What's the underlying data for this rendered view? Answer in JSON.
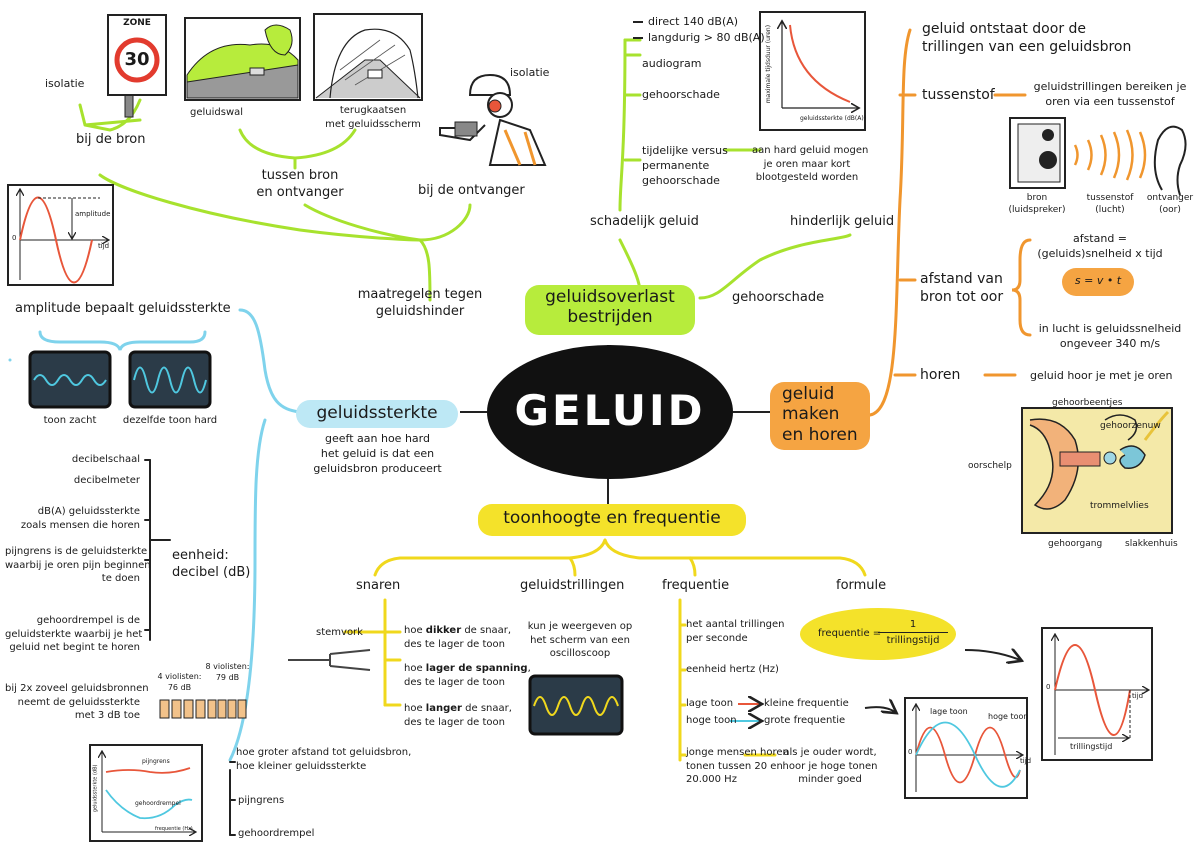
{
  "center": {
    "title": "GELUID"
  },
  "branches": {
    "bestrijden": {
      "title_line1": "geluidsoverlast",
      "title_line2": "bestrijden",
      "maatregelen_line1": "maatregelen tegen",
      "maatregelen_line2": "geluidshinder",
      "bij_de_bron": "bij de bron",
      "tussen_line1": "tussen bron",
      "tussen_line2": "en ontvanger",
      "bij_de_ontvanger": "bij de ontvanger",
      "isolatie_left": "isolatie",
      "isolatie_right": "isolatie",
      "sign_zone": "ZONE",
      "sign_speed": "30",
      "geluidswal": "geluidswal",
      "terugkaatsen_line1": "terugkaatsen",
      "terugkaatsen_line2": "met geluidsscherm",
      "gehoorschade": "gehoorschade",
      "schadelijk": "schadelijk geluid",
      "hinderlijk": "hinderlijk geluid",
      "direct": "direct 140 dB(A)",
      "langdurig": "langdurig > 80 dB(A)",
      "audiogram": "audiogram",
      "gehoorschade_small": "gehoorschade",
      "tijdelijk_line1": "tijdelijke versus",
      "tijdelijk_line2": "permanente",
      "tijdelijk_line3": "gehoorschade",
      "aanhard_line1": "aan hard geluid mogen",
      "aanhard_line2": "je oren maar kort",
      "aanhard_line3": "blootgesteld worden",
      "graph_y": "maximale tijdsduur (uren)",
      "graph_x": "geluidssterkte (dB(A))"
    },
    "maken": {
      "title_line1": "geluid",
      "title_line2": "maken",
      "title_line3": "en horen",
      "ontstaat_line1": "geluid ontstaat door de",
      "ontstaat_line2": "trillingen van een geluidsbron",
      "tussenstof": "tussenstof",
      "tussenstof_desc1": "geluidstrillingen bereiken je",
      "tussenstof_desc2": "oren via een tussenstof",
      "bron_line1": "bron",
      "bron_line2": "(luidspreker)",
      "stof_line1": "tussenstof",
      "stof_line2": "(lucht)",
      "ontvanger_line1": "ontvanger",
      "ontvanger_line2": "(oor)",
      "afstand_line1": "afstand van",
      "afstand_line2": "bron tot oor",
      "afstand_formula1": "afstand =",
      "afstand_formula2": "(geluids)snelheid x tijd",
      "svt": "s = v • t",
      "lucht_line1": "in lucht is geluidssnelheid",
      "lucht_line2": "ongeveer 340 m/s",
      "horen": "horen",
      "horen_desc": "geluid hoor je met je oren",
      "gehoorbeentjes": "gehoorbeentjes",
      "gehoorzenuw": "gehoorzenuw",
      "oorschelp": "oorschelp",
      "trommelvlies": "trommelvlies",
      "gehoorgang": "gehoorgang",
      "slakkenhuis": "slakkenhuis"
    },
    "sterkte": {
      "title": "geluidssterkte",
      "desc_line1": "geeft aan hoe hard",
      "desc_line2": "het geluid is dat een",
      "desc_line3": "geluidsbron produceert",
      "amplitude_label": "amplitude bepaalt geluidssterkte",
      "amplitude_graph": "amplitude",
      "zero": "0",
      "tijd": "tijd",
      "toon_zacht": "toon zacht",
      "toon_hard": "dezelfde toon hard",
      "eenheid_line1": "eenheid:",
      "eenheid_line2": "decibel (dB)",
      "decibelschaal": "decibelschaal",
      "decibelmeter": "decibelmeter",
      "dba_line1": "dB(A) geluidssterkte",
      "dba_line2": "zoals mensen die horen",
      "pijn_line1": "pijngrens is de geluidsterkte",
      "pijn_line2": "waarbij je oren pijn beginnen",
      "pijn_line3": "te doen",
      "drempel_line1": "gehoordrempel is de",
      "drempel_line2": "geluidsterkte waarbij je het",
      "drempel_line3": "geluid net begint te horen",
      "bij2x_line1": "bij 2x zoveel geluidsbronnen",
      "bij2x_line2": "neemt de geluidssterkte",
      "bij2x_line3": "met 3 dB toe",
      "vio4_line1": "4 violisten:",
      "vio4_line2": "76 dB",
      "vio8_line1": "8 violisten:",
      "vio8_line2": "79 dB",
      "groter_line1": "hoe groter afstand tot geluidsbron,",
      "groter_line2": "hoe kleiner geluidssterkte",
      "pijngrens": "pijngrens",
      "gehoordrempel": "gehoordrempel",
      "graph_pijn": "pijngrens",
      "graph_drempel": "gehoordrempel",
      "graph_x": "frequentie (Hz)",
      "graph_y": "geluidssterkte (dB)"
    },
    "toonhoogte": {
      "title": "toonhoogte en frequentie",
      "snaren": "snaren",
      "stemvork": "stemvork",
      "dikker_pre": "hoe ",
      "dikker_bold": "dikker",
      "dikker_post": " de snaar,",
      "dikker_line2": "des te lager de toon",
      "lager_pre": "hoe ",
      "lager_bold": "lager de spanning",
      "lager_post": ",",
      "lager_line2": "des te lager de toon",
      "langer_pre": "hoe ",
      "langer_bold": "langer",
      "langer_post": " de snaar,",
      "langer_line2": "des te lager de toon",
      "trillingen": "geluidstrillingen",
      "trillingen_line1": "kun je weergeven op",
      "trillingen_line2": "het scherm van een",
      "trillingen_line3": "oscilloscoop",
      "frequentie": "frequentie",
      "aantal_line1": "het aantal trillingen",
      "aantal_line2": "per seconde",
      "hertz": "eenheid hertz (Hz)",
      "lage_toon": "lage toon",
      "kleine": "kleine frequentie",
      "hoge_toon": "hoge toon",
      "grote": "grote frequentie",
      "jonge_line1": "jonge mensen horen",
      "jonge_line2": "tonen tussen 20 en",
      "jonge_line3": "20.000 Hz",
      "ouder_line1": "als je ouder wordt,",
      "ouder_line2": "hoor je hoge tonen",
      "ouder_line3": "minder goed",
      "formule": "formule",
      "formule_lhs": "frequentie =",
      "formule_num": "1",
      "formule_den": "trillingstijd",
      "graph_lage": "lage toon",
      "graph_hoge": "hoge toon",
      "graph_tijd": "tijd",
      "graph_zero": "0",
      "trillingstijd": "trillingstijd"
    }
  },
  "colors": {
    "green": "#a7e22e",
    "blue": "#7fd3ec",
    "orange": "#f0962e",
    "yellow": "#f0d81d",
    "red": "#e8563a",
    "cyan": "#4fc8e0"
  }
}
